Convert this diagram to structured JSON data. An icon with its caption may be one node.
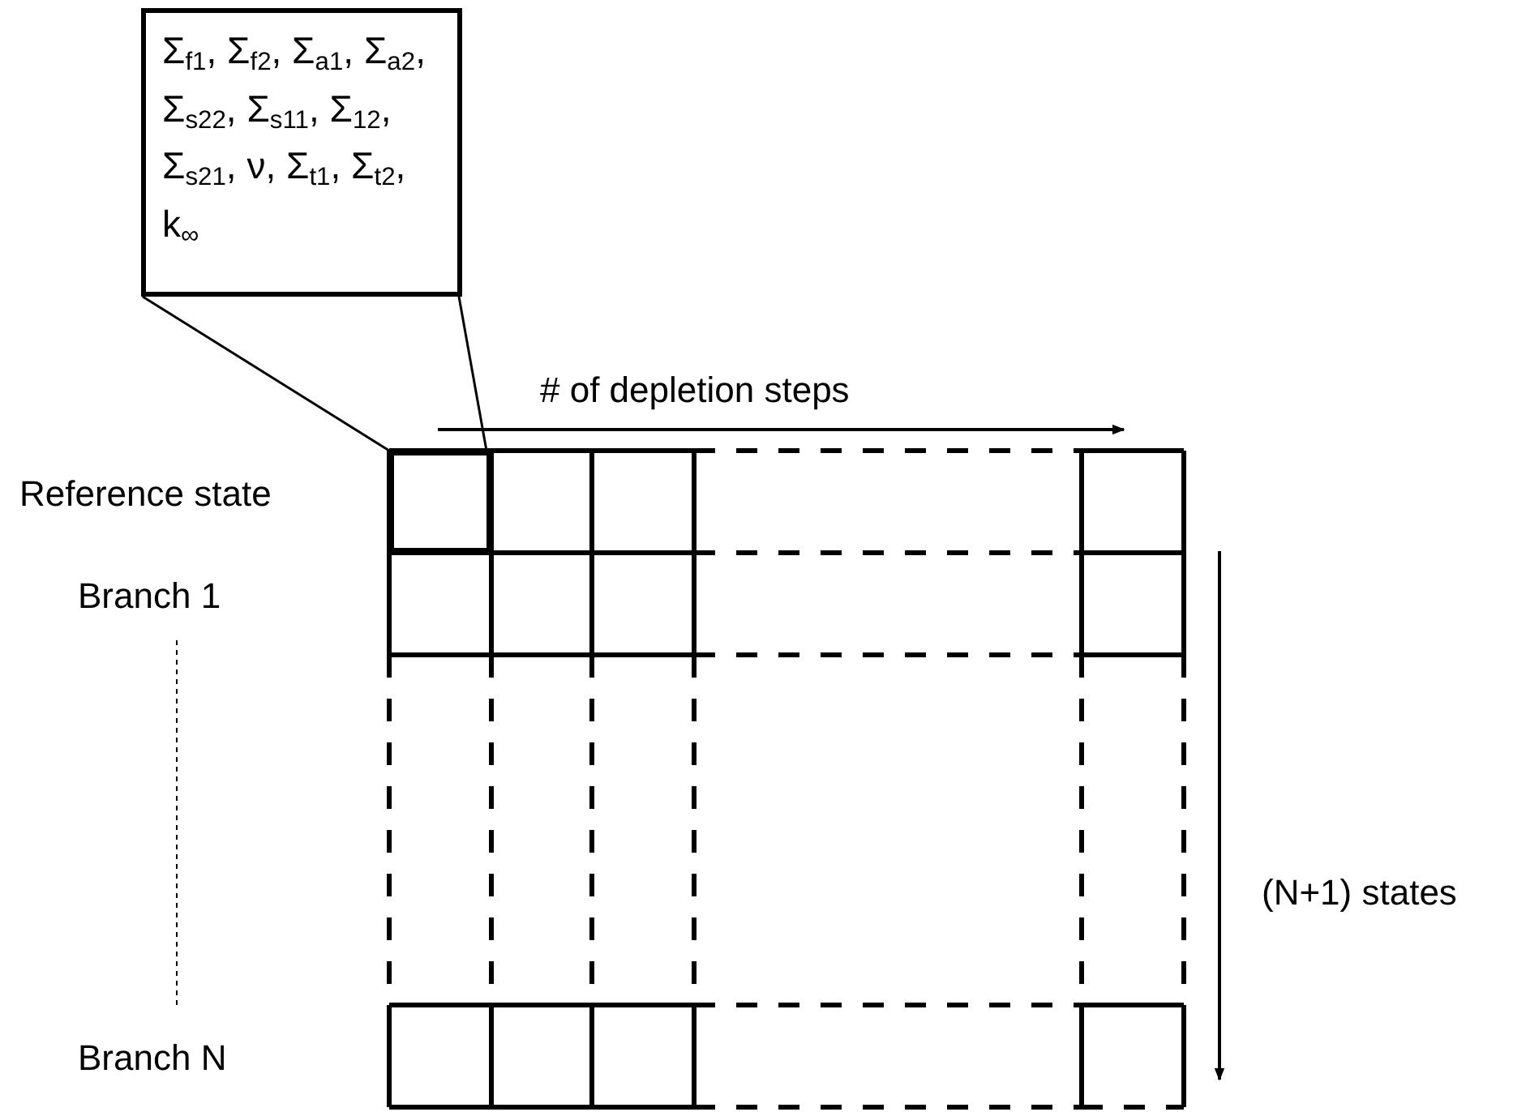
{
  "diagram": {
    "nodes": [
      {
        "text": [
          "Σ$_{f1}$, Σ$_{f2}$, Σ$_{a1}$, Σ$_{a2}$, Σ$_{s22}$, Σ$_{s11}$, Σ$_{12}$, Σ$_{s21}$, ν, Σ$_{t1}$, Σ$_{t2}$, k$_{∞}$"
        ]
      },
      {
        "text": [],
        "shape": "box"
      }
    ],
    "edges": [
      {
        "from": 0,
        "to": 1,
        "arrow": "none"
      },
      {
        "from": 0,
        "to": 1,
        "arrow": "none"
      }
    ],
    "labels": [
      "# of depletion steps",
      "Reference state",
      "Branch 1",
      "(N+1) states",
      "Branch N"
    ]
  }
}
